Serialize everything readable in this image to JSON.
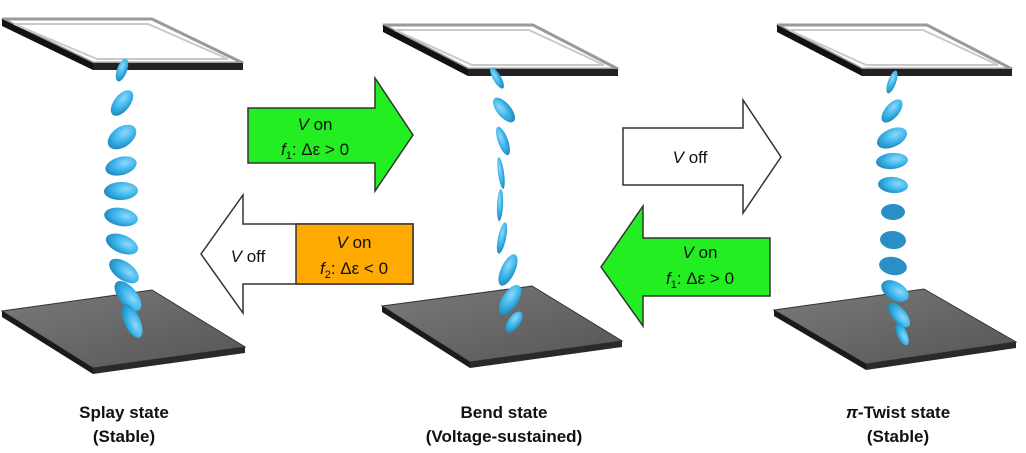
{
  "states": [
    {
      "title": "Splay state",
      "subtitle": "(Stable)"
    },
    {
      "title": "Bend state",
      "subtitle": "(Voltage-sustained)"
    },
    {
      "title_prefix": "π",
      "title": "-Twist state",
      "subtitle": "(Stable)"
    }
  ],
  "arrows": {
    "splay_to_bend": {
      "v": "V",
      "on": " on",
      "f": "f",
      "f_sub": "1",
      "cond": ": Δε > 0"
    },
    "bend_to_splay_off": {
      "v": "V",
      "off": " off"
    },
    "bend_to_splay_on": {
      "v": "V",
      "on": " on",
      "f": "f",
      "f_sub": "2",
      "cond": ": Δε < 0"
    },
    "bend_to_twist": {
      "v": "V",
      "off": " off"
    },
    "twist_to_bend": {
      "v": "V",
      "on": " on",
      "f": "f",
      "f_sub": "1",
      "cond": ": Δε > 0"
    }
  },
  "colors": {
    "green": "#22ee22",
    "orange": "#ffaa00",
    "molecule": "#3ab4ea",
    "molecule_dark": "#1f86b8",
    "substrate": "#5f5f5f"
  }
}
